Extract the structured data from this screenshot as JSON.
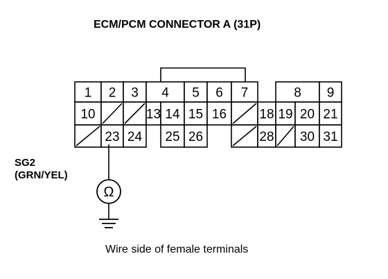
{
  "title": "ECM/PCM CONNECTOR A (31P)",
  "caption": "Wire side of female terminals",
  "wire": {
    "name": "SG2",
    "color": "(GRN/YEL)"
  },
  "symbols": {
    "meter": "ohm-meter-icon",
    "meter_glyph": "Ω",
    "ground": "ground-icon"
  },
  "colors": {
    "ink": "#000000",
    "paper": "#ffffff"
  },
  "rows": [
    [
      "1",
      "2",
      "3",
      "4",
      "5",
      "6",
      "7",
      "",
      "8",
      "9"
    ],
    [
      "10",
      "/",
      "/",
      "13",
      "14",
      "15",
      "16",
      "/",
      "18",
      "19",
      "20",
      "21"
    ],
    [
      "/",
      "23",
      "24",
      "",
      "25",
      "26",
      "",
      "/",
      "28",
      "/",
      "30",
      "31"
    ]
  ],
  "highlight_terminal": "23"
}
